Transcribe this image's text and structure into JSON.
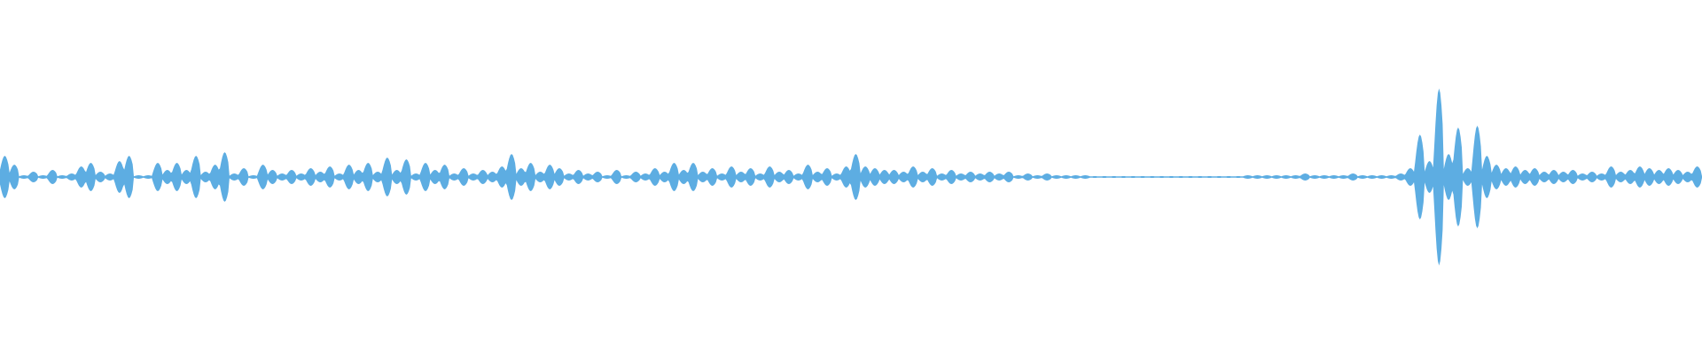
{
  "waveform": {
    "color": "#5dade2",
    "baseline_color": "#5dade2",
    "amplitudes": [
      0.12,
      0.07,
      0.01,
      0.03,
      0.01,
      0.04,
      0.01,
      0.02,
      0.06,
      0.08,
      0.03,
      0.02,
      0.09,
      0.12,
      0.01,
      0.01,
      0.08,
      0.04,
      0.08,
      0.04,
      0.12,
      0.03,
      0.07,
      0.14,
      0.02,
      0.05,
      0.01,
      0.07,
      0.04,
      0.02,
      0.04,
      0.02,
      0.05,
      0.03,
      0.06,
      0.02,
      0.07,
      0.04,
      0.08,
      0.03,
      0.11,
      0.04,
      0.1,
      0.02,
      0.08,
      0.04,
      0.07,
      0.02,
      0.05,
      0.02,
      0.04,
      0.03,
      0.06,
      0.13,
      0.05,
      0.08,
      0.03,
      0.07,
      0.05,
      0.02,
      0.04,
      0.02,
      0.03,
      0.01,
      0.04,
      0.01,
      0.03,
      0.02,
      0.05,
      0.03,
      0.08,
      0.04,
      0.08,
      0.03,
      0.05,
      0.02,
      0.06,
      0.03,
      0.05,
      0.02,
      0.06,
      0.03,
      0.04,
      0.02,
      0.07,
      0.03,
      0.05,
      0.02,
      0.06,
      0.13,
      0.06,
      0.05,
      0.04,
      0.04,
      0.03,
      0.06,
      0.03,
      0.05,
      0.02,
      0.04,
      0.02,
      0.03,
      0.02,
      0.03,
      0.02,
      0.03,
      0.01,
      0.02,
      0.01,
      0.02,
      0.01,
      0.01,
      0.01,
      0.01,
      0.005,
      0.005,
      0.005,
      0.005,
      0.005,
      0.005,
      0.005,
      0.005,
      0.005,
      0.005,
      0.005,
      0.005,
      0.005,
      0.005,
      0.005,
      0.005,
      0.01,
      0.01,
      0.01,
      0.01,
      0.01,
      0.01,
      0.02,
      0.01,
      0.01,
      0.01,
      0.01,
      0.02,
      0.01,
      0.01,
      0.01,
      0.01,
      0.02,
      0.05,
      0.24,
      0.09,
      0.5,
      0.13,
      0.28,
      0.05,
      0.29,
      0.12,
      0.07,
      0.05,
      0.06,
      0.04,
      0.05,
      0.03,
      0.04,
      0.03,
      0.04,
      0.02,
      0.03,
      0.02,
      0.06,
      0.03,
      0.04,
      0.06,
      0.05,
      0.04,
      0.05,
      0.04,
      0.03,
      0.06
    ]
  }
}
